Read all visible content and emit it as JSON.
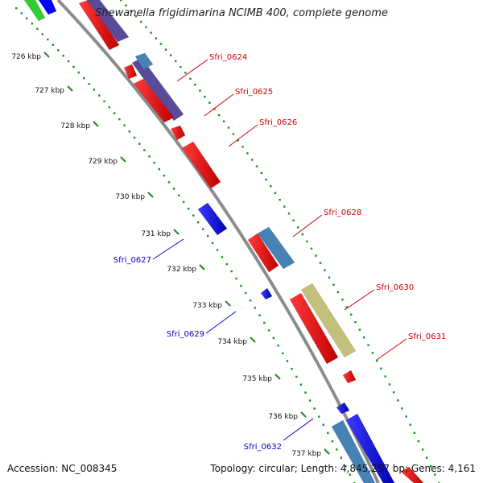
{
  "title": "Shewanella frigidimarina NCIMB 400, complete genome",
  "footer": {
    "accession": "Accession: NC_008345",
    "summary": "Topology: circular; Length: 4,845,257 bp; Genes: 4,161"
  },
  "ticks": [
    "726 kbp",
    "727 kbp",
    "728 kbp",
    "729 kbp",
    "730 kbp",
    "731 kbp",
    "732 kbp",
    "733 kbp",
    "734 kbp",
    "735 kbp",
    "736 kbp",
    "737 kbp"
  ],
  "gene_labels": [
    {
      "name": "Sfri_0624",
      "strand": "forward",
      "color": "#cc0000"
    },
    {
      "name": "Sfri_0625",
      "strand": "forward",
      "color": "#cc0000"
    },
    {
      "name": "Sfri_0626",
      "strand": "forward",
      "color": "#cc0000"
    },
    {
      "name": "Sfri_0628",
      "strand": "forward",
      "color": "#cc0000"
    },
    {
      "name": "Sfri_0630",
      "strand": "forward",
      "color": "#cc0000"
    },
    {
      "name": "Sfri_0631",
      "strand": "forward",
      "color": "#cc0000"
    },
    {
      "name": "Sfri_0627",
      "strand": "reverse",
      "color": "#0000cc"
    },
    {
      "name": "Sfri_0629",
      "strand": "reverse",
      "color": "#0000cc"
    },
    {
      "name": "Sfri_0632",
      "strand": "reverse",
      "color": "#0000cc"
    }
  ],
  "colors": {
    "backbone": "#8c8c8c",
    "forward_gene": "#ff0000",
    "reverse_gene": "#0000ff",
    "gc_track": "#1a8c1a",
    "steelblue_feature": "#4682b4",
    "slateblue_feature": "#5a4a9a",
    "olive_feature": "#c2c07a",
    "green_feature": "#33cc33"
  }
}
